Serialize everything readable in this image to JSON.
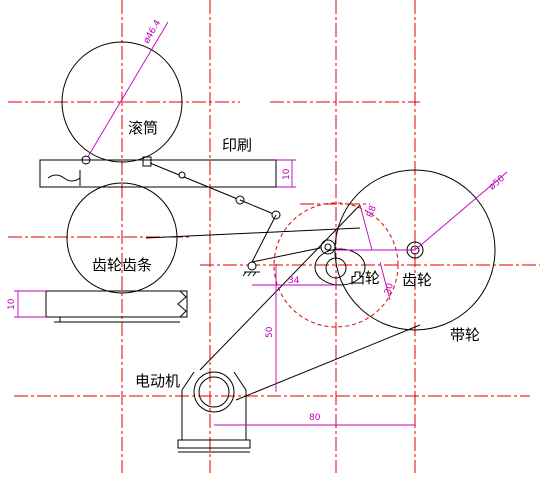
{
  "labels": {
    "roller": "滚筒",
    "printing": "印刷",
    "gear_rack": "齿轮齿条",
    "motor": "电动机",
    "cam": "凸轮",
    "gear": "齿轮",
    "belt_wheel": "带轮"
  },
  "dimensions": {
    "roller_dia": "ø46.4",
    "belt_dia": "ø50",
    "cam_r": "R8",
    "plate_thick": "10",
    "base_thick": "10",
    "offset_34": "34",
    "height_50": "50",
    "dist_80": "80",
    "cam_30": "30"
  },
  "colors": {
    "centerline": "#e00000",
    "dimension": "#c000c0",
    "outline": "#000000"
  }
}
